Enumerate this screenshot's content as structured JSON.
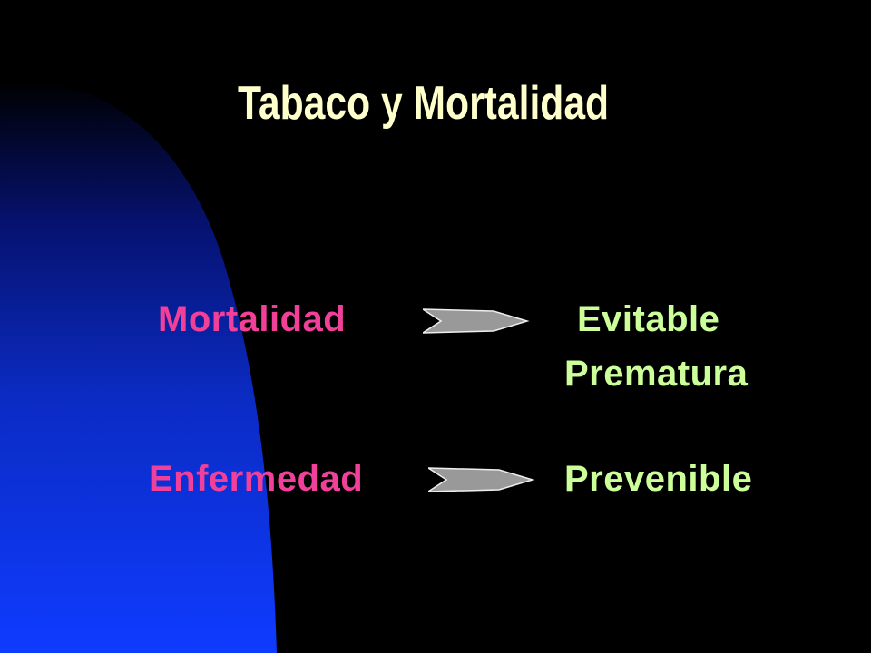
{
  "slide": {
    "title": "Tabaco y Mortalidad",
    "row1": {
      "left": "Mortalidad",
      "right_line1": "Evitable",
      "right_line2": "Prematura"
    },
    "row2": {
      "left": "Enfermedad",
      "right": "Prevenible"
    }
  },
  "colors": {
    "background": "#000000",
    "title": "#FFFFCC",
    "left_terms": "#F0409A",
    "right_terms": "#CCFF99",
    "arrow": "#999999"
  }
}
